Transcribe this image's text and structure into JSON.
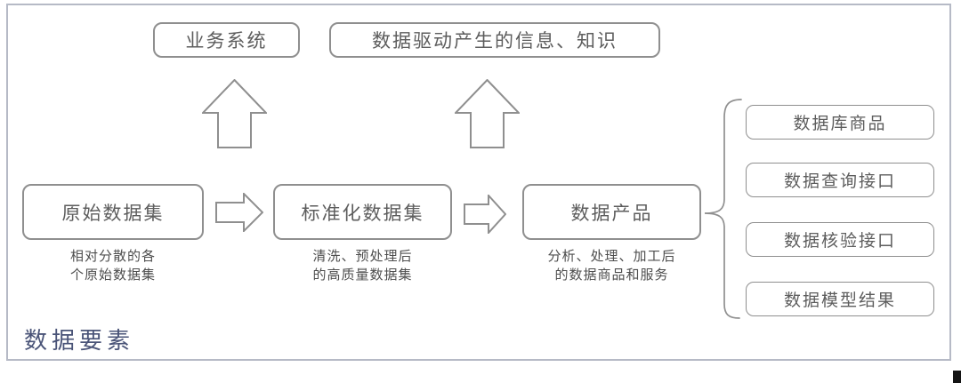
{
  "diagram": {
    "footer_label": "数据要素",
    "top_boxes": [
      {
        "label": "业务系统"
      },
      {
        "label": "数据驱动产生的信息、知识"
      }
    ],
    "flow": [
      {
        "label": "原始数据集",
        "caption_line1": "相对分散的各",
        "caption_line2": "个原始数据集"
      },
      {
        "label": "标准化数据集",
        "caption_line1": "清洗、预处理后",
        "caption_line2": "的高质量数据集"
      },
      {
        "label": "数据产品",
        "caption_line1": "分析、处理、加工后",
        "caption_line2": "的数据商品和服务"
      }
    ],
    "outputs": [
      {
        "label": "数据库商品"
      },
      {
        "label": "数据查询接口"
      },
      {
        "label": "数据核验接口"
      },
      {
        "label": "数据模型结果"
      }
    ],
    "colors": {
      "box_border": "#8f8f8f",
      "box_text": "#5d5d5d",
      "caption_text": "#4e4e4e",
      "footer_text": "#4a5478",
      "frame_border": "#b6bac6",
      "corner_block": "#141414"
    }
  }
}
